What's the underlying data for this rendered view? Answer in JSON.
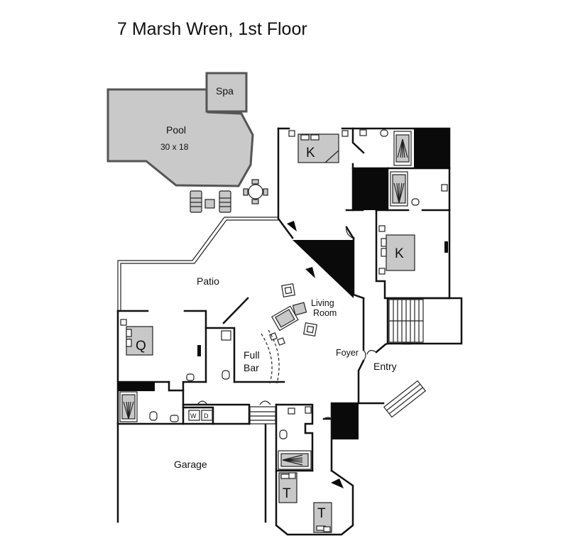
{
  "title": "7 Marsh Wren, 1st Floor",
  "rooms": {
    "pool": "Pool",
    "pool_size": "30 x 18",
    "spa": "Spa",
    "patio": "Patio",
    "living": "Living",
    "living2": "Room",
    "full": "Full",
    "bar": "Bar",
    "foyer": "Foyer",
    "entry": "Entry",
    "garage": "Garage"
  },
  "beds": {
    "king1": "K",
    "king2": "K",
    "queen": "Q",
    "twin1": "T",
    "twin2": "T"
  },
  "appliances": {
    "washer": "W",
    "dryer": "D"
  }
}
